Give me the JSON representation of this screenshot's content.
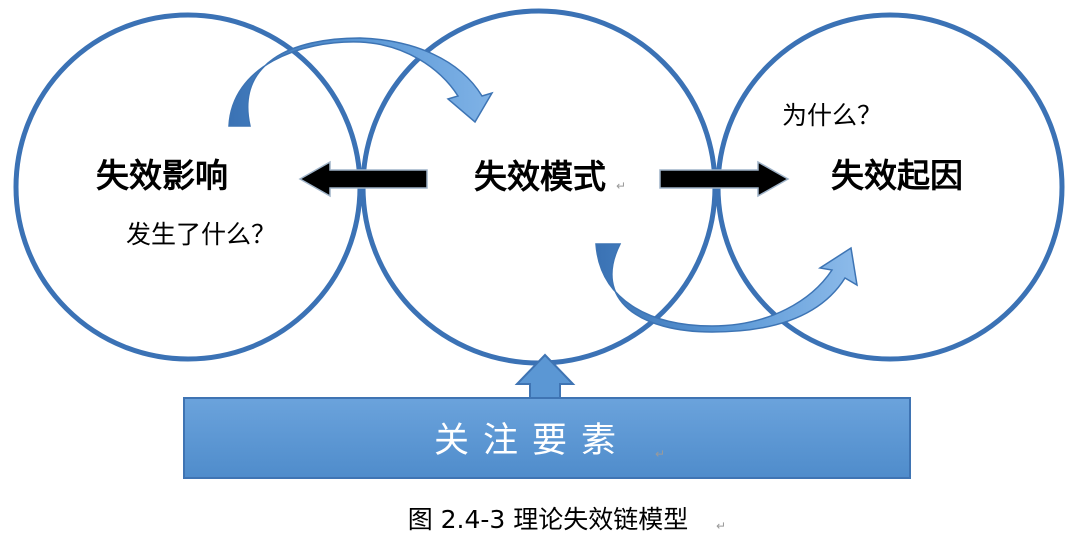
{
  "diagram": {
    "nodes": {
      "effect": "失效影响",
      "mode": "失效模式",
      "cause": "失效起因"
    },
    "questions": {
      "what": "发生了什么？",
      "why": "为什么？"
    },
    "focus_box": "关注要素",
    "caption": "图 2.4-3 理论失效链模型",
    "paragraph_mark": "↵",
    "colors": {
      "circle_stroke": "#3b72b5",
      "box_fill": "#5b97d4",
      "box_stroke": "#3f74b3",
      "curved_arrow": "#4a86c8",
      "straight_arrow": "#000000"
    }
  }
}
